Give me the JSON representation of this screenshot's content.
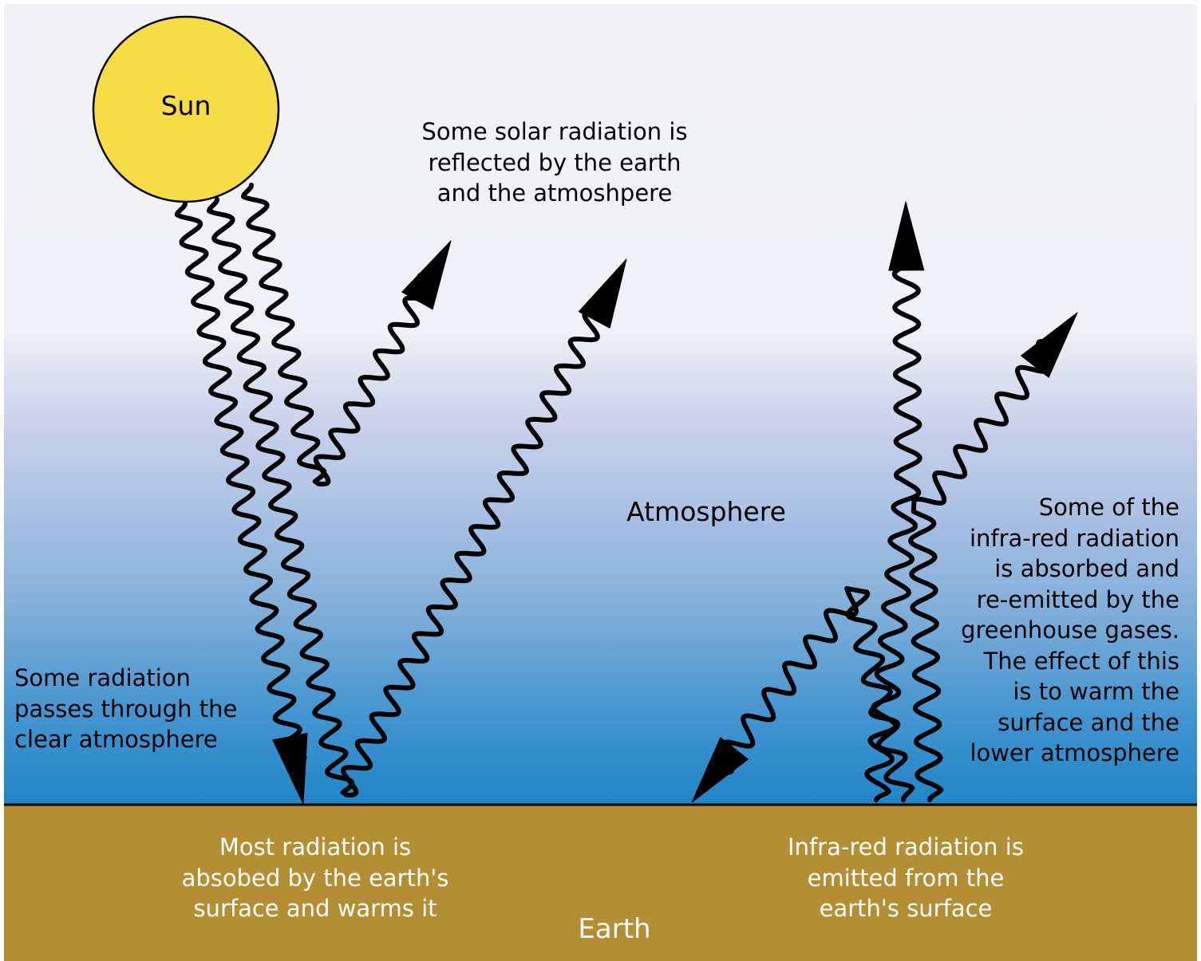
{
  "labels": {
    "sun": "Sun",
    "reflected": "Some solar radiation is\nreflected by the earth\nand the atmoshpere",
    "atmosphere": "Atmosphere",
    "greenhouse": "Some of the\ninfra-red radiation\nis absorbed and\nre-emitted by the\ngreenhouse gases.\nThe effect of this\nis to warm the\nsurface and the\nlower atmosphere",
    "passes": "Some radiation\npasses through the\nclear atmosphere",
    "absorbed": "Most radiation is\nabsobed by the earth's\nsurface and warms it",
    "emitted": "Infra-red radiation is\nemitted from the\nearth's surface",
    "earth": "Earth"
  },
  "colors": {
    "sun_fill": "#f7dc45",
    "sky_top": "#f2f2f7",
    "sky_mid": "#c4cfe9",
    "sky_bottom": "#1f86c8",
    "earth_fill": "#b38e33",
    "earth_text": "#ffffff",
    "ray": "#000000"
  },
  "icons": {
    "sun": "sun-circle",
    "ray_arrow": "wavy-arrow"
  }
}
